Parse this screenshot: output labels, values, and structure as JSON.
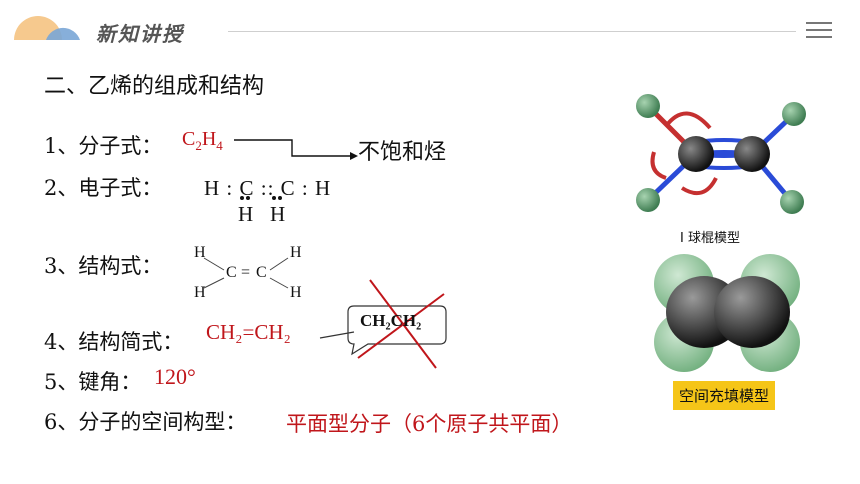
{
  "header": {
    "title": "新知讲授"
  },
  "section_title": "二、乙烯的组成和结构",
  "items": [
    {
      "label": "1、分子式：",
      "value_main": "C",
      "sub1": "2",
      "mid": "H",
      "sub2": "4"
    },
    {
      "label": "2、电子式："
    },
    {
      "label": "3、结构式："
    },
    {
      "label": "4、结构简式：",
      "value": "CH₂=CH₂"
    },
    {
      "label": "5、键角：",
      "value": "120°"
    },
    {
      "label": "6、分子的空间构型：",
      "value": "平面型分子（6个原子共平面）"
    }
  ],
  "unsaturated_note": "不饱和烃",
  "wrong_formula": "CH₂CH₂",
  "electron_formula": {
    "row1": "H : C :: C : H",
    "row2_left": "H",
    "row2_right": "H"
  },
  "structural_formula": {
    "atoms": [
      "H",
      "H",
      "C",
      "=",
      "C",
      "H",
      "H"
    ]
  },
  "images": {
    "ball_stick_caption": "I   球棍模型",
    "space_fill_caption": "空间充填模型"
  },
  "colors": {
    "accent_red": "#c0161b",
    "caption_bg": "#f5c518"
  }
}
